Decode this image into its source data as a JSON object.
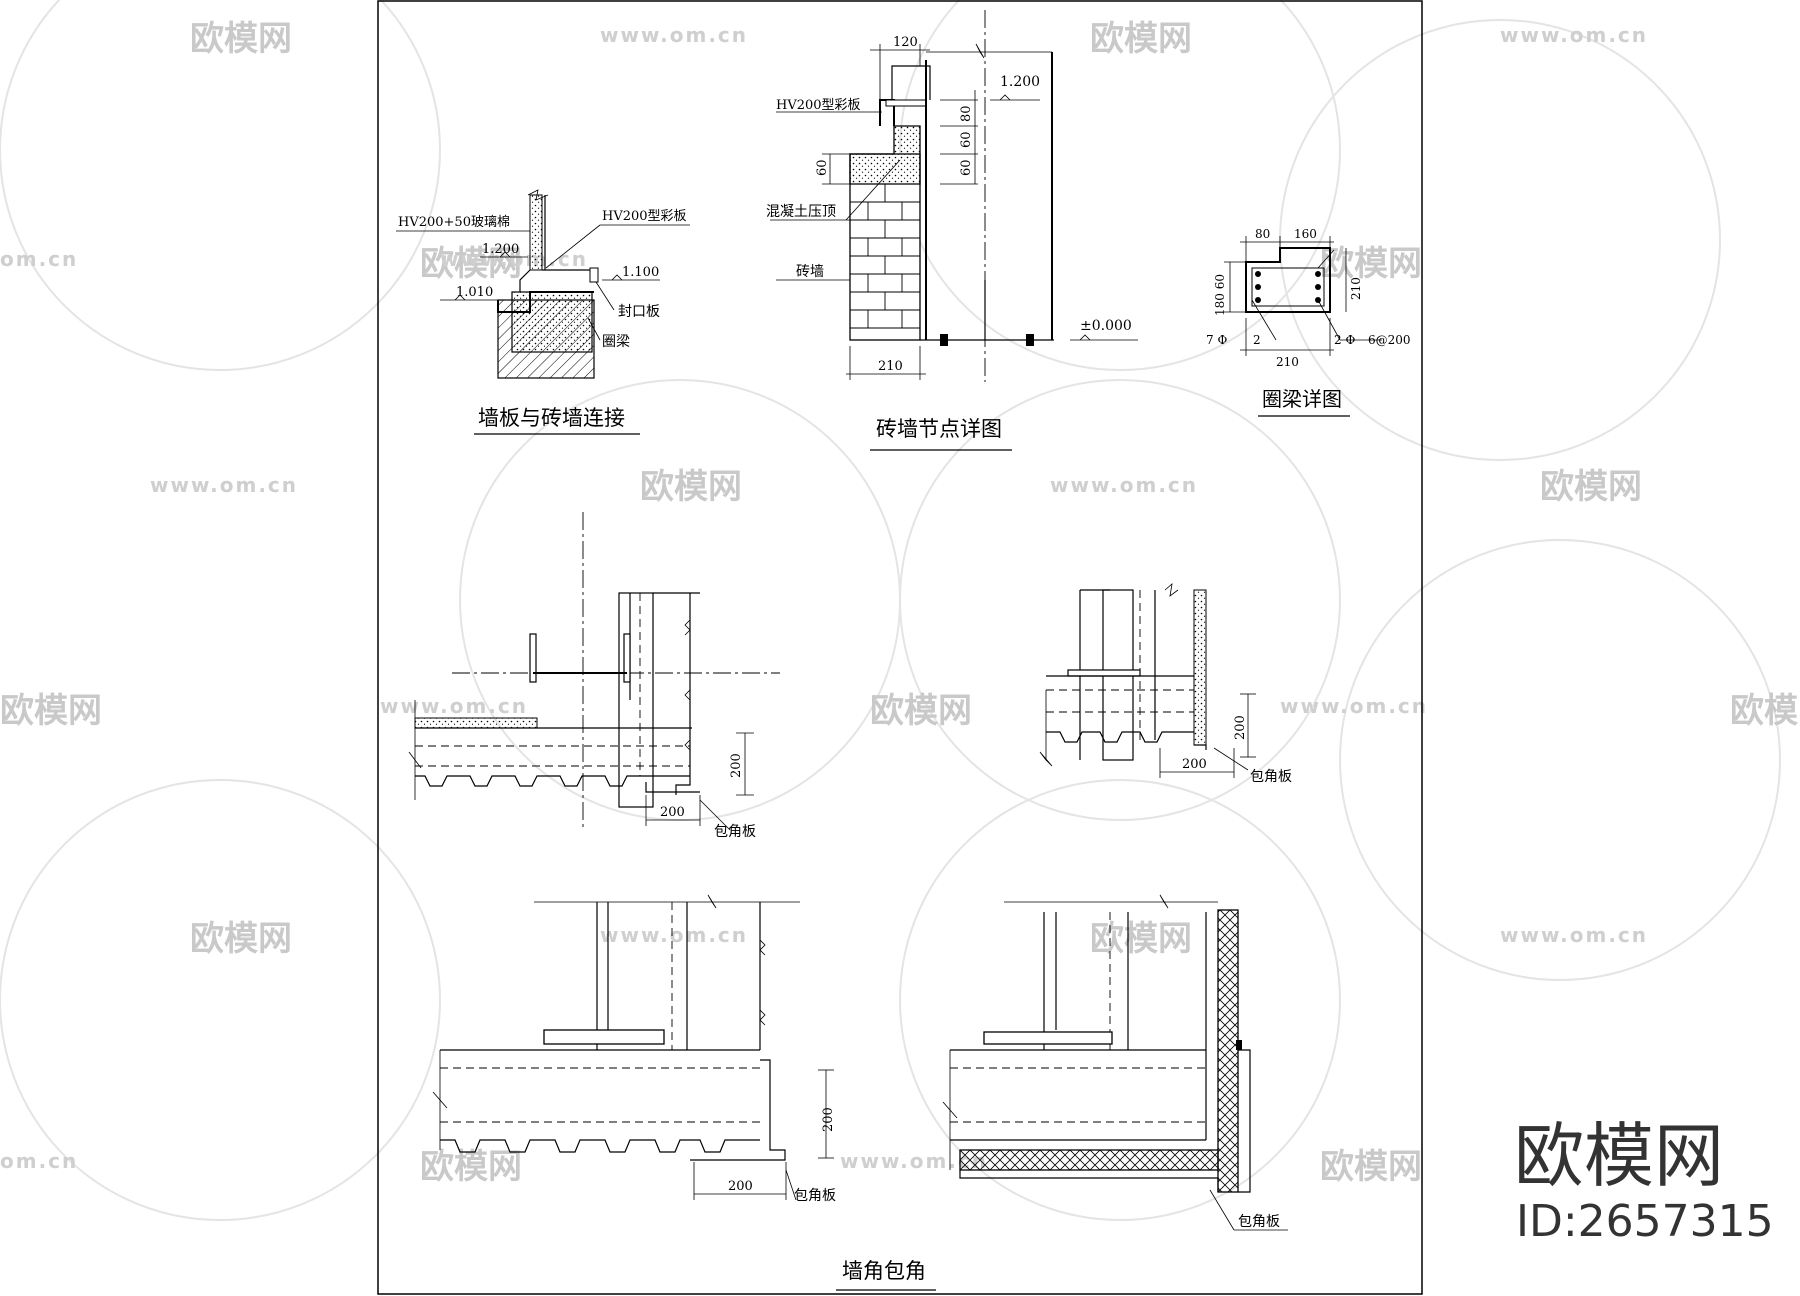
{
  "drawing": {
    "titles": {
      "wall_brick_connection": "墙板与砖墙连接",
      "brick_node_detail": "砖墙节点详图",
      "ring_beam_detail": "圈梁详图",
      "corner_wrap": "墙角包角"
    },
    "labels": {
      "panel_hv200_glasswool": "HV200+50玻璃棉",
      "panel_hv200_color": "HV200型彩板",
      "cap_plate": "封口板",
      "ring_beam": "圈梁",
      "concrete_coping": "混凝土压顶",
      "brick_wall": "砖墙",
      "corner_plate": "包角板"
    },
    "dimensions": {
      "d120": "120",
      "d80": "80",
      "d60": "60",
      "d210": "210",
      "d160": "160",
      "d180": "180",
      "d180_60": "180 60",
      "d200": "200",
      "bar_7": "7 Φ",
      "bar_2a": "2",
      "bar_2b": "2 Φ",
      "stirrup": "6@200"
    },
    "elevations": {
      "e1200": "1.200",
      "e1100": "1.100",
      "e1010": "1.010",
      "e0000": "±0.000"
    }
  },
  "watermark": {
    "brand": "欧模网",
    "url": "www.om.cn",
    "url_short": "om.cn"
  },
  "branding": {
    "logo_text": "欧模网",
    "id_text": "ID:2657315"
  }
}
